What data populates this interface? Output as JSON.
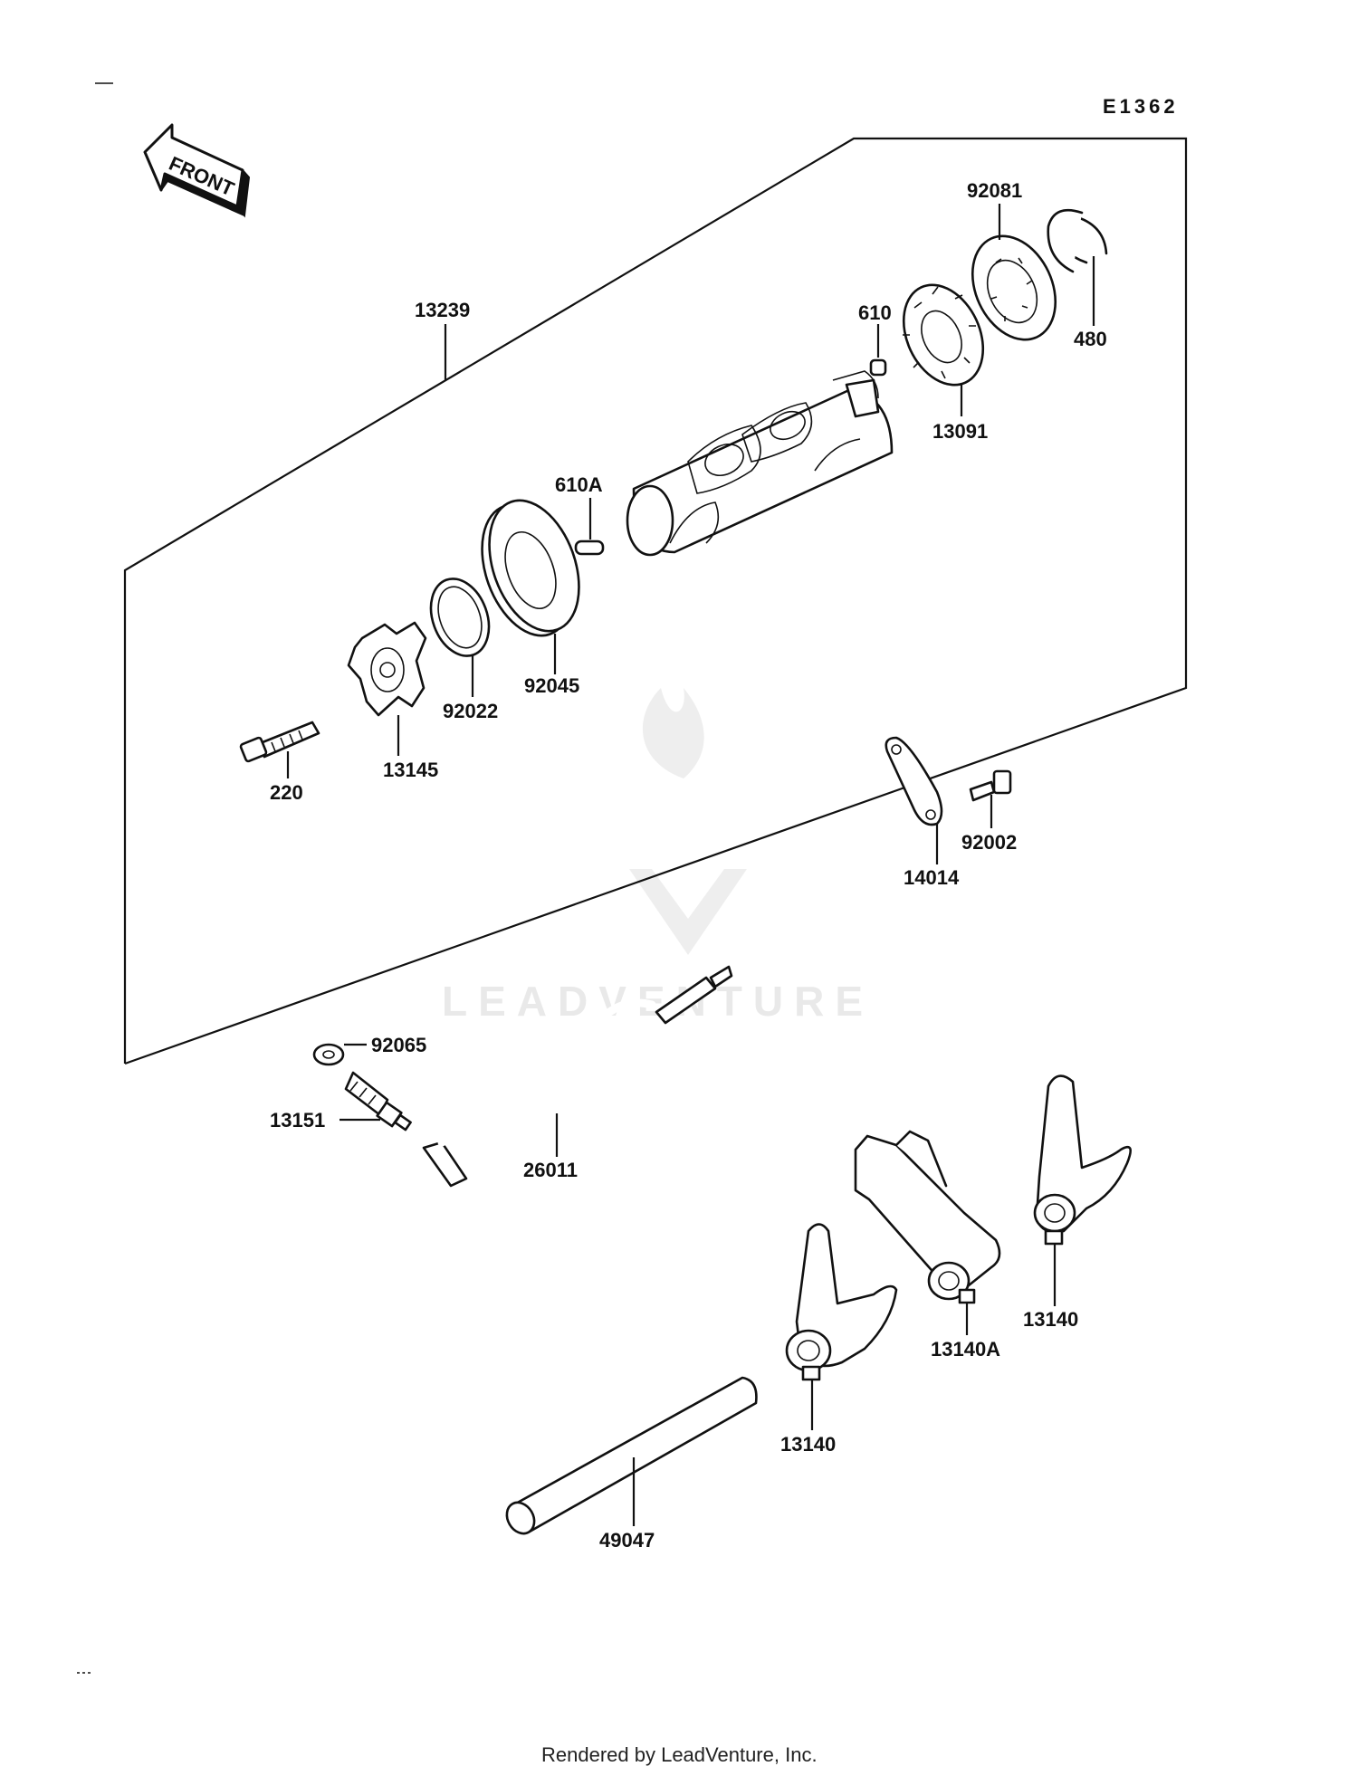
{
  "diagram_code": "E1362",
  "front_arrow_label": "FRONT",
  "watermark_text": "LEADVENTURE",
  "footer_text": "Rendered by LeadVenture, Inc.",
  "part_labels": {
    "p13239": "13239",
    "p92081": "92081",
    "p610": "610",
    "p480": "480",
    "p13091": "13091",
    "p610A": "610A",
    "p92045": "92045",
    "p92022": "92022",
    "p13145": "13145",
    "p220": "220",
    "p14014": "14014",
    "p92002": "92002",
    "p92065": "92065",
    "p13151": "13151",
    "p26011": "26011",
    "p13140a": "13140",
    "p13140A": "13140A",
    "p13140b": "13140",
    "p49047": "49047"
  },
  "icons": {
    "front_arrow": "front-arrow-icon",
    "watermark_logo": "leadventure-logo-icon"
  }
}
